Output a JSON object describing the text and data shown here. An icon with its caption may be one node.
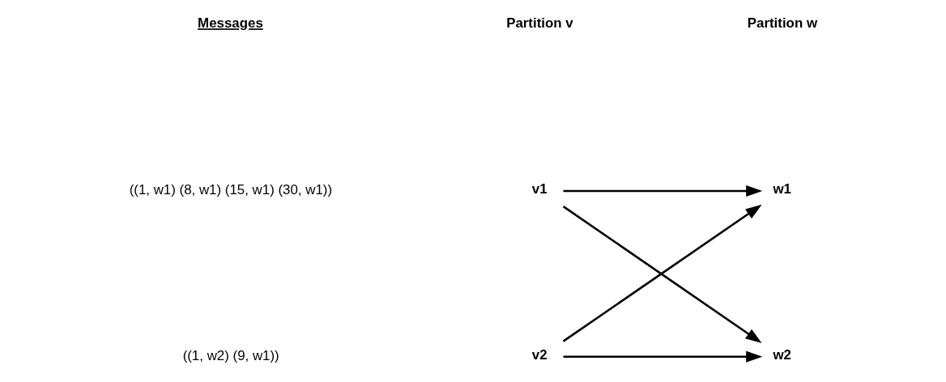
{
  "diagram": {
    "nodes": [
      {
        "text": [
          "v1"
        ]
      },
      {
        "text": [
          "w1"
        ]
      },
      {
        "text": [
          "v2"
        ]
      },
      {
        "text": [
          "w2"
        ]
      }
    ],
    "edges": [
      {
        "from": 0,
        "to": 1,
        "arrow": "to"
      },
      {
        "from": 0,
        "to": 3,
        "arrow": "to"
      },
      {
        "from": 2,
        "to": 1,
        "arrow": "to"
      },
      {
        "from": 2,
        "to": 3,
        "arrow": "to"
      }
    ],
    "labels": [
      "Messages",
      "Partition v",
      "Partition w",
      "((1, w1) (8, w1) (15, w1) (30, w1))",
      "((1, w2) (9, w1))"
    ]
  }
}
